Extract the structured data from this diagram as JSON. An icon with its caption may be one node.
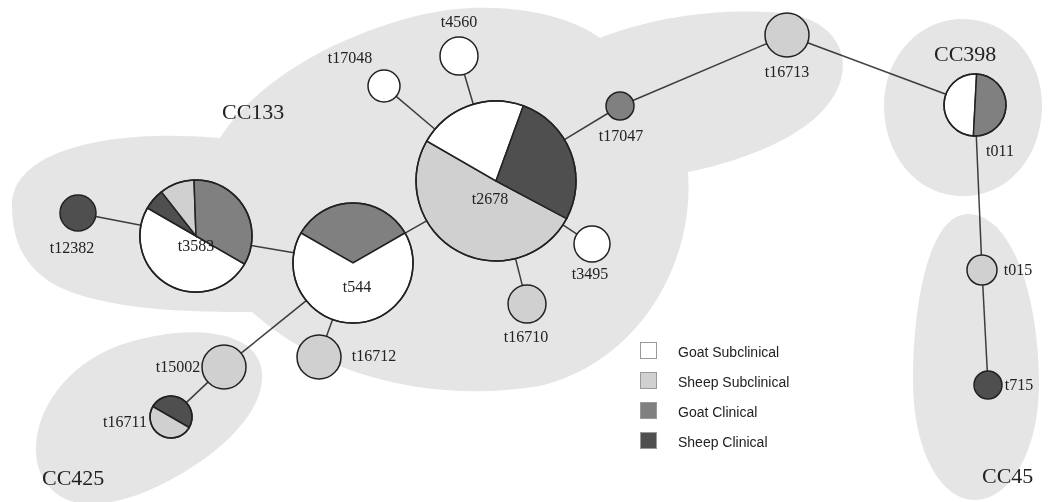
{
  "diagram": {
    "nodes": [
      {
        "text": [
          "CC133"
        ]
      },
      {
        "text": [
          "t12382"
        ],
        "in": 0
      },
      {
        "text": [
          "t3583"
        ],
        "in": 0
      },
      {
        "text": [
          "t544"
        ],
        "in": 0
      },
      {
        "text": [
          "t17048"
        ],
        "in": 0
      },
      {
        "text": [
          "t4560"
        ],
        "in": 0
      },
      {
        "text": [
          "t2678"
        ],
        "in": 0
      },
      {
        "text": [
          "t17047"
        ],
        "in": 0
      },
      {
        "text": [
          "t16713"
        ],
        "in": 0
      },
      {
        "text": [
          "t3495"
        ],
        "in": 0
      },
      {
        "text": [
          "t16710"
        ],
        "in": 0
      },
      {
        "text": [
          "t16712"
        ],
        "in": 0
      },
      {
        "text": [
          "CC425"
        ]
      },
      {
        "text": [
          "t15002"
        ],
        "in": 12
      },
      {
        "text": [
          "t16711"
        ],
        "in": 12
      },
      {
        "text": [
          "CC398"
        ]
      },
      {
        "text": [
          "t011"
        ],
        "in": 15
      },
      {
        "text": [
          "CC45"
        ]
      },
      {
        "text": [
          "t015"
        ],
        "in": 17
      },
      {
        "text": [
          "t715"
        ],
        "in": 17
      }
    ],
    "edges": [
      {
        "from": 1,
        "to": 2,
        "arrow": "none"
      },
      {
        "from": 2,
        "to": 3,
        "arrow": "none"
      },
      {
        "from": 3,
        "to": 6,
        "arrow": "none"
      },
      {
        "from": 6,
        "to": 4,
        "arrow": "none"
      },
      {
        "from": 6,
        "to": 5,
        "arrow": "none"
      },
      {
        "from": 6,
        "to": 7,
        "arrow": "none"
      },
      {
        "from": 7,
        "to": 8,
        "arrow": "none"
      },
      {
        "from": 8,
        "to": 16,
        "arrow": "none"
      },
      {
        "from": 16,
        "to": 18,
        "arrow": "none"
      },
      {
        "from": 18,
        "to": 19,
        "arrow": "none"
      },
      {
        "from": 6,
        "to": 9,
        "arrow": "none"
      },
      {
        "from": 6,
        "to": 10,
        "arrow": "none"
      },
      {
        "from": 3,
        "to": 11,
        "arrow": "none"
      },
      {
        "from": 3,
        "to": 13,
        "arrow": "none"
      },
      {
        "from": 13,
        "to": 14,
        "arrow": "none"
      }
    ],
    "legend": [
      {
        "text": "Goat Subclinical",
        "color": "#ffffff"
      },
      {
        "text": "Sheep Subclinical",
        "color": "#d0d0d0"
      },
      {
        "text": "Goat Clinical",
        "color": "#808080"
      },
      {
        "text": "Sheep Clinical",
        "color": "#4f4f4f"
      }
    ]
  }
}
